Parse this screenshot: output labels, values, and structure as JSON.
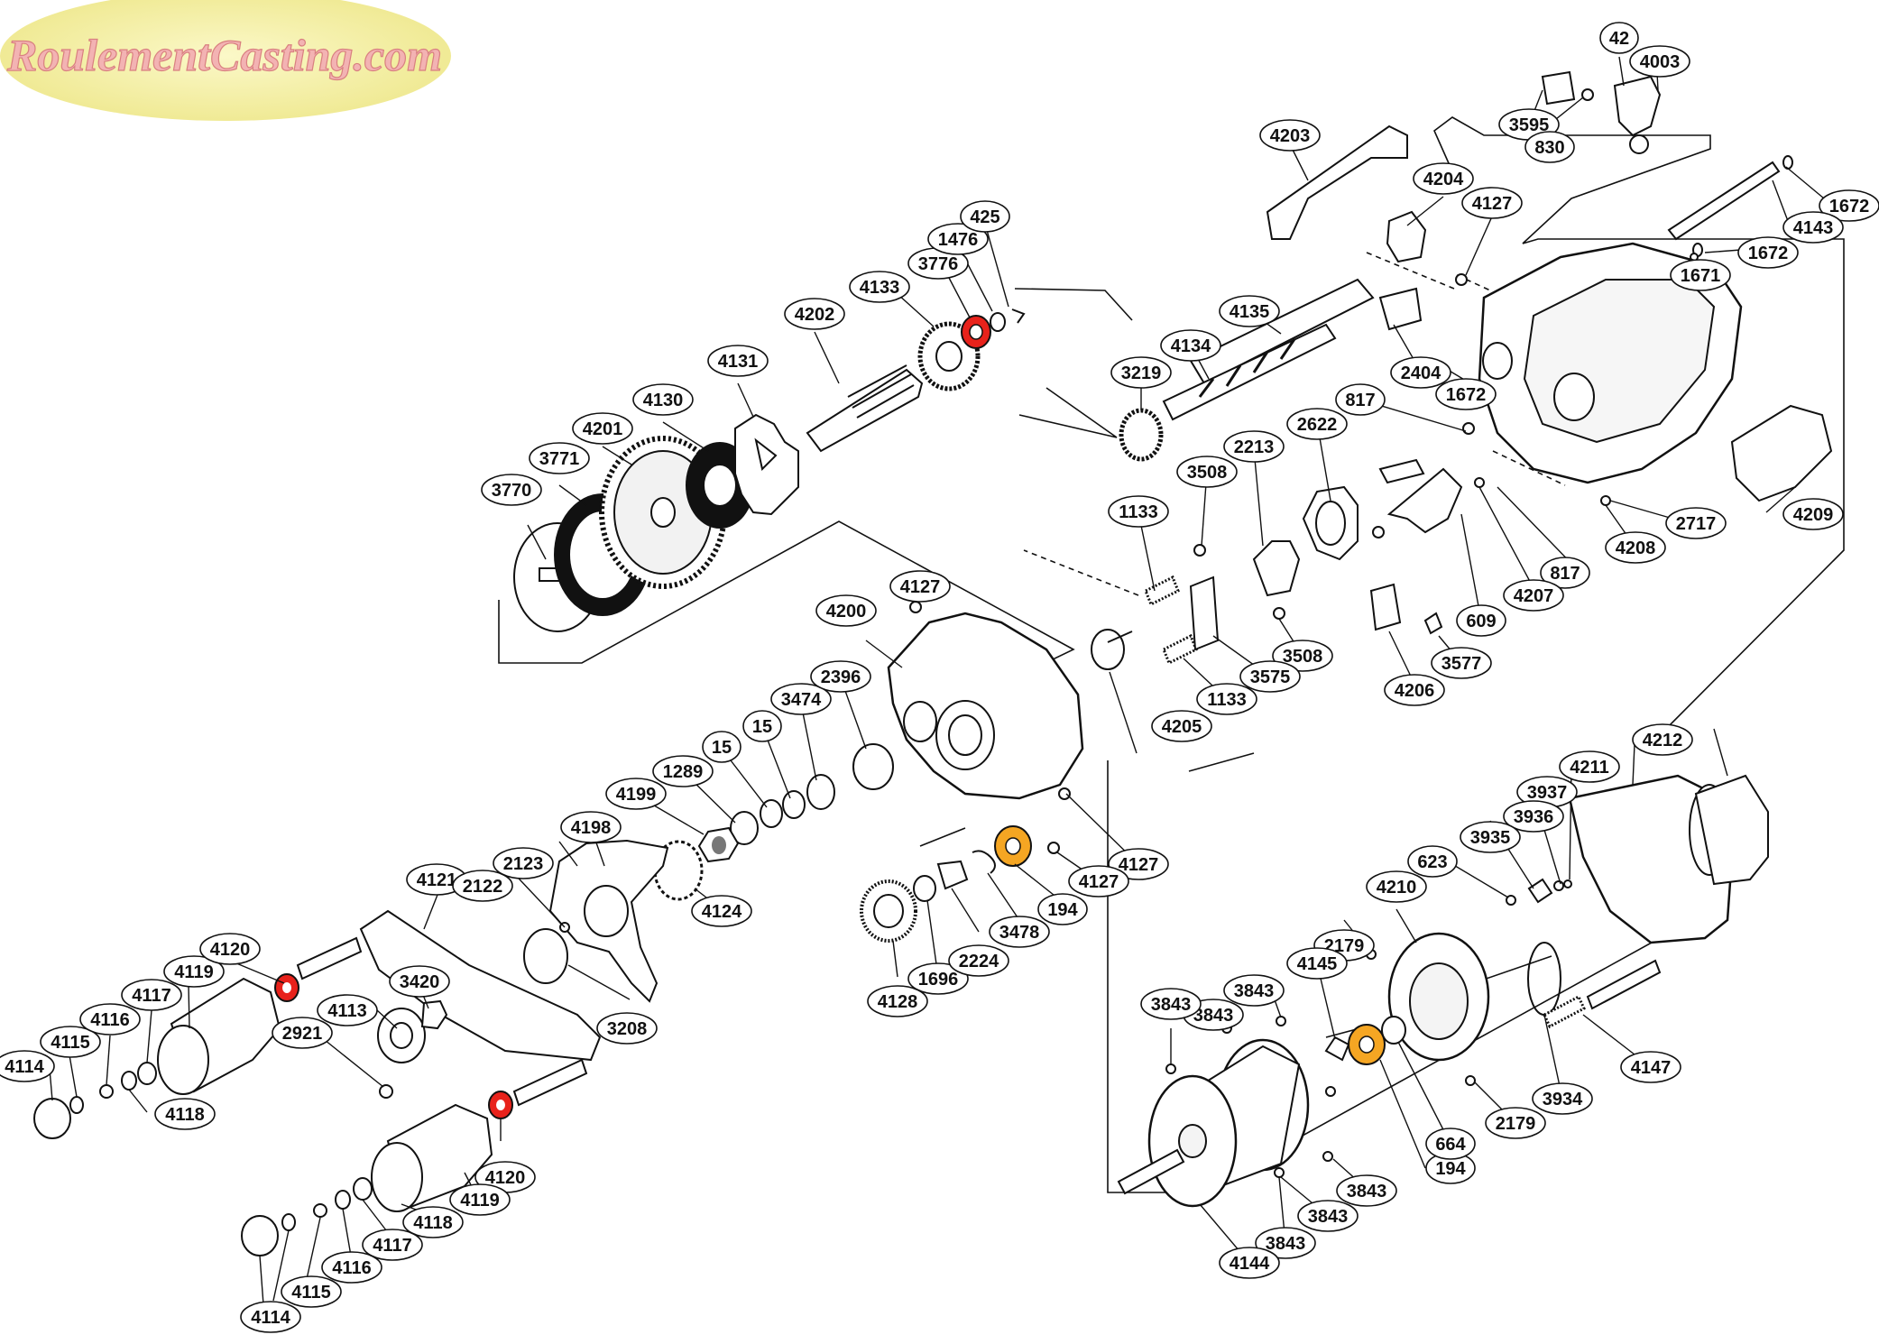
{
  "logo": {
    "text": "RoulementCasting.com",
    "bg_color": "#f4f0a6",
    "text_color": "#f3b3b3"
  },
  "colors": {
    "bearing_red": "#e8221b",
    "bearing_orange": "#f5a623",
    "line": "#111111",
    "gear_fill": "#111111"
  },
  "labels": {
    "l4114a": "4114",
    "l4115a": "4115",
    "l4116a": "4116",
    "l4117a": "4117",
    "l4118a": "4118",
    "l4119a": "4119",
    "l4120a": "4120",
    "l4121": "4121",
    "l2122": "2122",
    "l2123": "2123",
    "l4198": "4198",
    "l3208": "3208",
    "l2921": "2921",
    "l4113": "4113",
    "l3420": "3420",
    "l4120b": "4120",
    "l4119b": "4119",
    "l4118b": "4118",
    "l4117b": "4117",
    "l4116b": "4116",
    "l4115b": "4115",
    "l4114b": "4114",
    "l4199": "4199",
    "l1289": "1289",
    "l15a": "15",
    "l15b": "15",
    "l3474": "3474",
    "l2396": "2396",
    "l4124": "4124",
    "l4200": "4200",
    "l4127a": "4127",
    "l4127b": "4127",
    "l4127c": "4127",
    "l4128": "4128",
    "l1696": "1696",
    "l2224": "2224",
    "l3478": "3478",
    "l194a": "194",
    "l3770": "3770",
    "l3771": "3771",
    "l4201": "4201",
    "l4130": "4130",
    "l4131": "4131",
    "l4202": "4202",
    "l4133": "4133",
    "l3776": "3776",
    "l1476": "1476",
    "l425": "425",
    "l4203": "4203",
    "l4204": "4204",
    "l4127d": "4127",
    "l3595": "3595",
    "l830": "830",
    "l42": "42",
    "l4003": "4003",
    "l1672a": "1672",
    "l4143": "4143",
    "l1672b": "1672",
    "l1671": "1671",
    "l4135": "4135",
    "l4134": "4134",
    "l3219": "3219",
    "l2404": "2404",
    "l1672c": "1672",
    "l817a": "817",
    "l2622": "2622",
    "l2213": "2213",
    "l3508a": "3508",
    "l1133a": "1133",
    "l4209": "4209",
    "l2717": "2717",
    "l4208": "4208",
    "l817b": "817",
    "l4207": "4207",
    "l609": "609",
    "l3577": "3577",
    "l4206": "4206",
    "l3508b": "3508",
    "l3575": "3575",
    "l1133b": "1133",
    "l4205": "4205",
    "l4212": "4212",
    "l4211": "4211",
    "l3937": "3937",
    "l3936": "3936",
    "l3935": "3935",
    "l623": "623",
    "l4210": "4210",
    "l2179a": "2179",
    "l4145": "4145",
    "l3843a": "3843",
    "l3843b": "3843",
    "l3843c": "3843",
    "l194b": "194",
    "l664": "664",
    "l2179b": "2179",
    "l3934": "3934",
    "l4147": "4147",
    "l3843d": "3843",
    "l3843e": "3843",
    "l3843f": "3843",
    "l4144": "4144"
  }
}
